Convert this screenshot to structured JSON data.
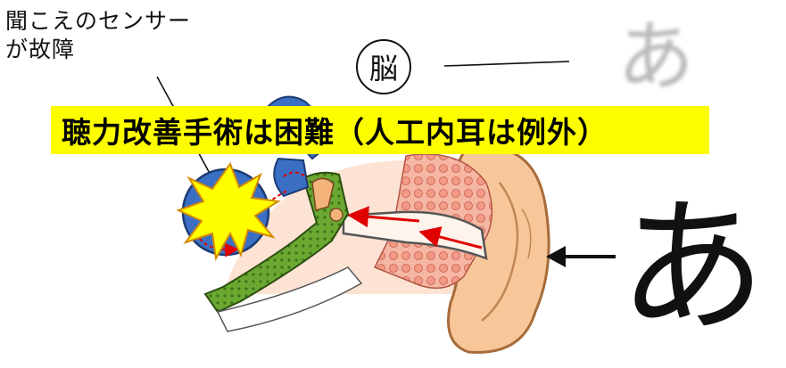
{
  "cause_label": {
    "line1": "聞こえのセンサー",
    "line2": "が故障"
  },
  "brain_label": "脳",
  "banner_text": "聴力改善手術は困難（人工内耳は例外）",
  "sound_incoming": "あ",
  "sound_perceived": "あ",
  "colors": {
    "banner": "#fdfd00",
    "inner_ear": "#3a6fc4",
    "damage_burst": "#ffff00",
    "ossicle_chain": "#5c9a2c",
    "skin": "#f7c79a",
    "tissue": "#f3a08c",
    "sound_path_arrow": "#e00000"
  }
}
